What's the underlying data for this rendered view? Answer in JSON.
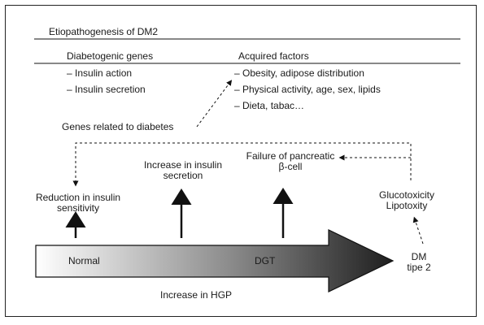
{
  "title": "Etiopathogenesis of DM2",
  "columns": {
    "genes": "Diabetogenic genes",
    "acquired": "Acquired factors"
  },
  "genes_items": [
    "– Insulin action",
    "– Insulin secretion"
  ],
  "acquired_items": [
    "– Obesity, adipose distribution",
    "– Physical activity, age, sex, lipids",
    "– Dieta, tabac…"
  ],
  "genes_related": "Genes related to diabetes",
  "stages": {
    "reduction": [
      "Reduction in insulin",
      "sensitivity"
    ],
    "increase_secretion": [
      "Increase in insulin",
      "secretion"
    ],
    "failure": [
      "Failure of pancreatic",
      "β-cell"
    ],
    "gluco": [
      "Glucotoxicity",
      "Lipotoxity"
    ]
  },
  "arrow_labels": {
    "normal": "Normal",
    "dgt": "DGT",
    "dm": [
      "DM",
      "tipe 2"
    ]
  },
  "hgp": "Increase in HGP"
}
